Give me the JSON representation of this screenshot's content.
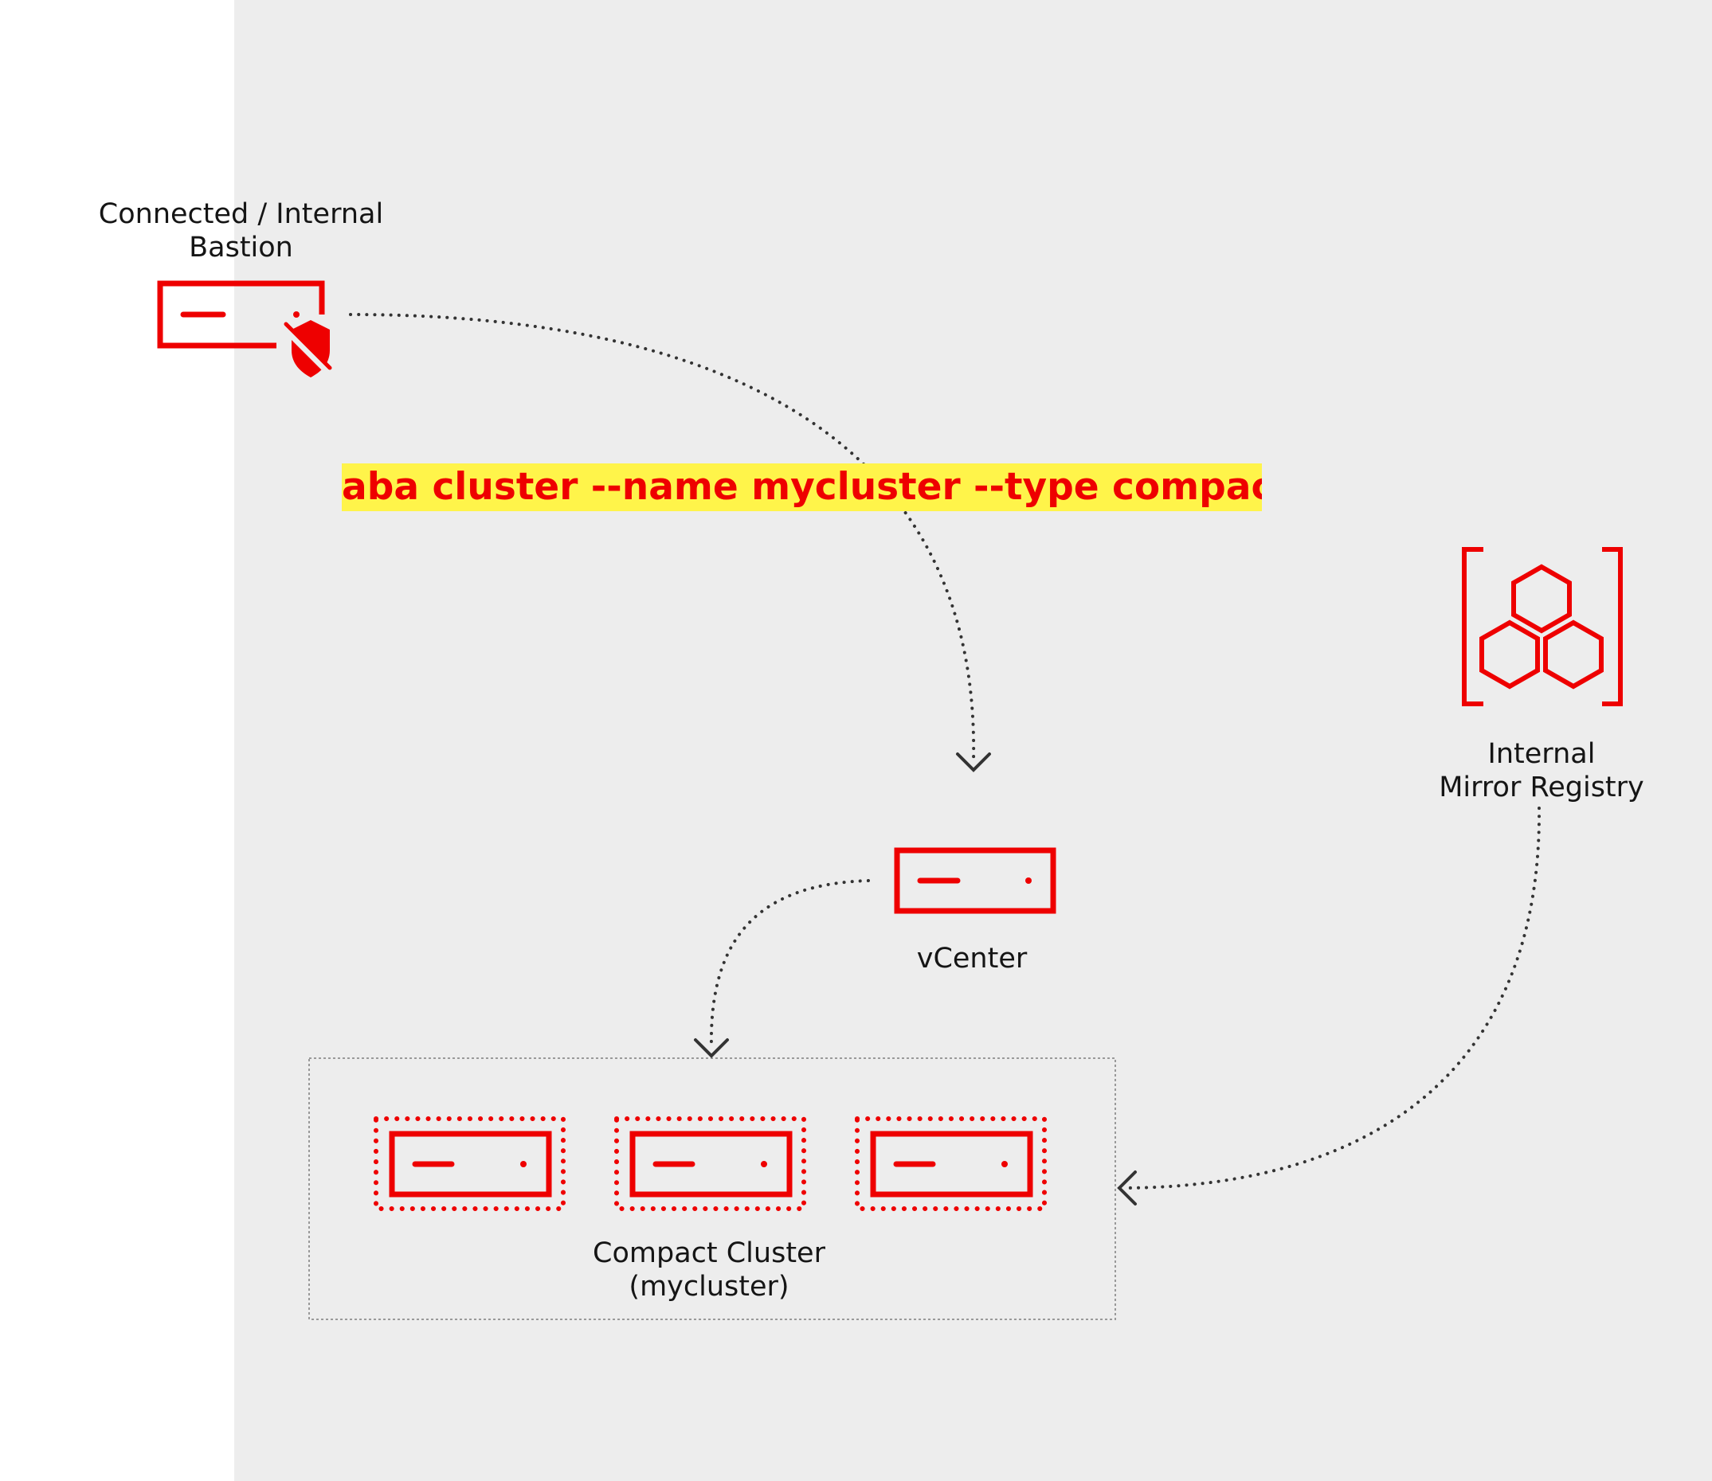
{
  "colors": {
    "page_background": "#ffffff",
    "canvas_background": "#ededed",
    "accent_red": "#ee0000",
    "connector": "#333333",
    "highlight": "#fff44a"
  },
  "nodes": {
    "bastion": {
      "label": "Connected / Internal\nBastion",
      "icon": "server-shield-icon"
    },
    "registry": {
      "label": "Internal\nMirror Registry",
      "icon": "registry-hexagons-icon"
    },
    "vcenter": {
      "label": "vCenter",
      "icon": "server-icon"
    },
    "cluster": {
      "label": "Compact Cluster\n(mycluster)",
      "node_count": 3,
      "icon": "server-icon"
    }
  },
  "command": "aba cluster --name mycluster --type compact",
  "connections": [
    {
      "from": "bastion",
      "to": "vcenter",
      "style": "dotted"
    },
    {
      "from": "vcenter",
      "to": "cluster",
      "style": "dotted"
    },
    {
      "from": "registry",
      "to": "cluster",
      "style": "dotted"
    }
  ]
}
